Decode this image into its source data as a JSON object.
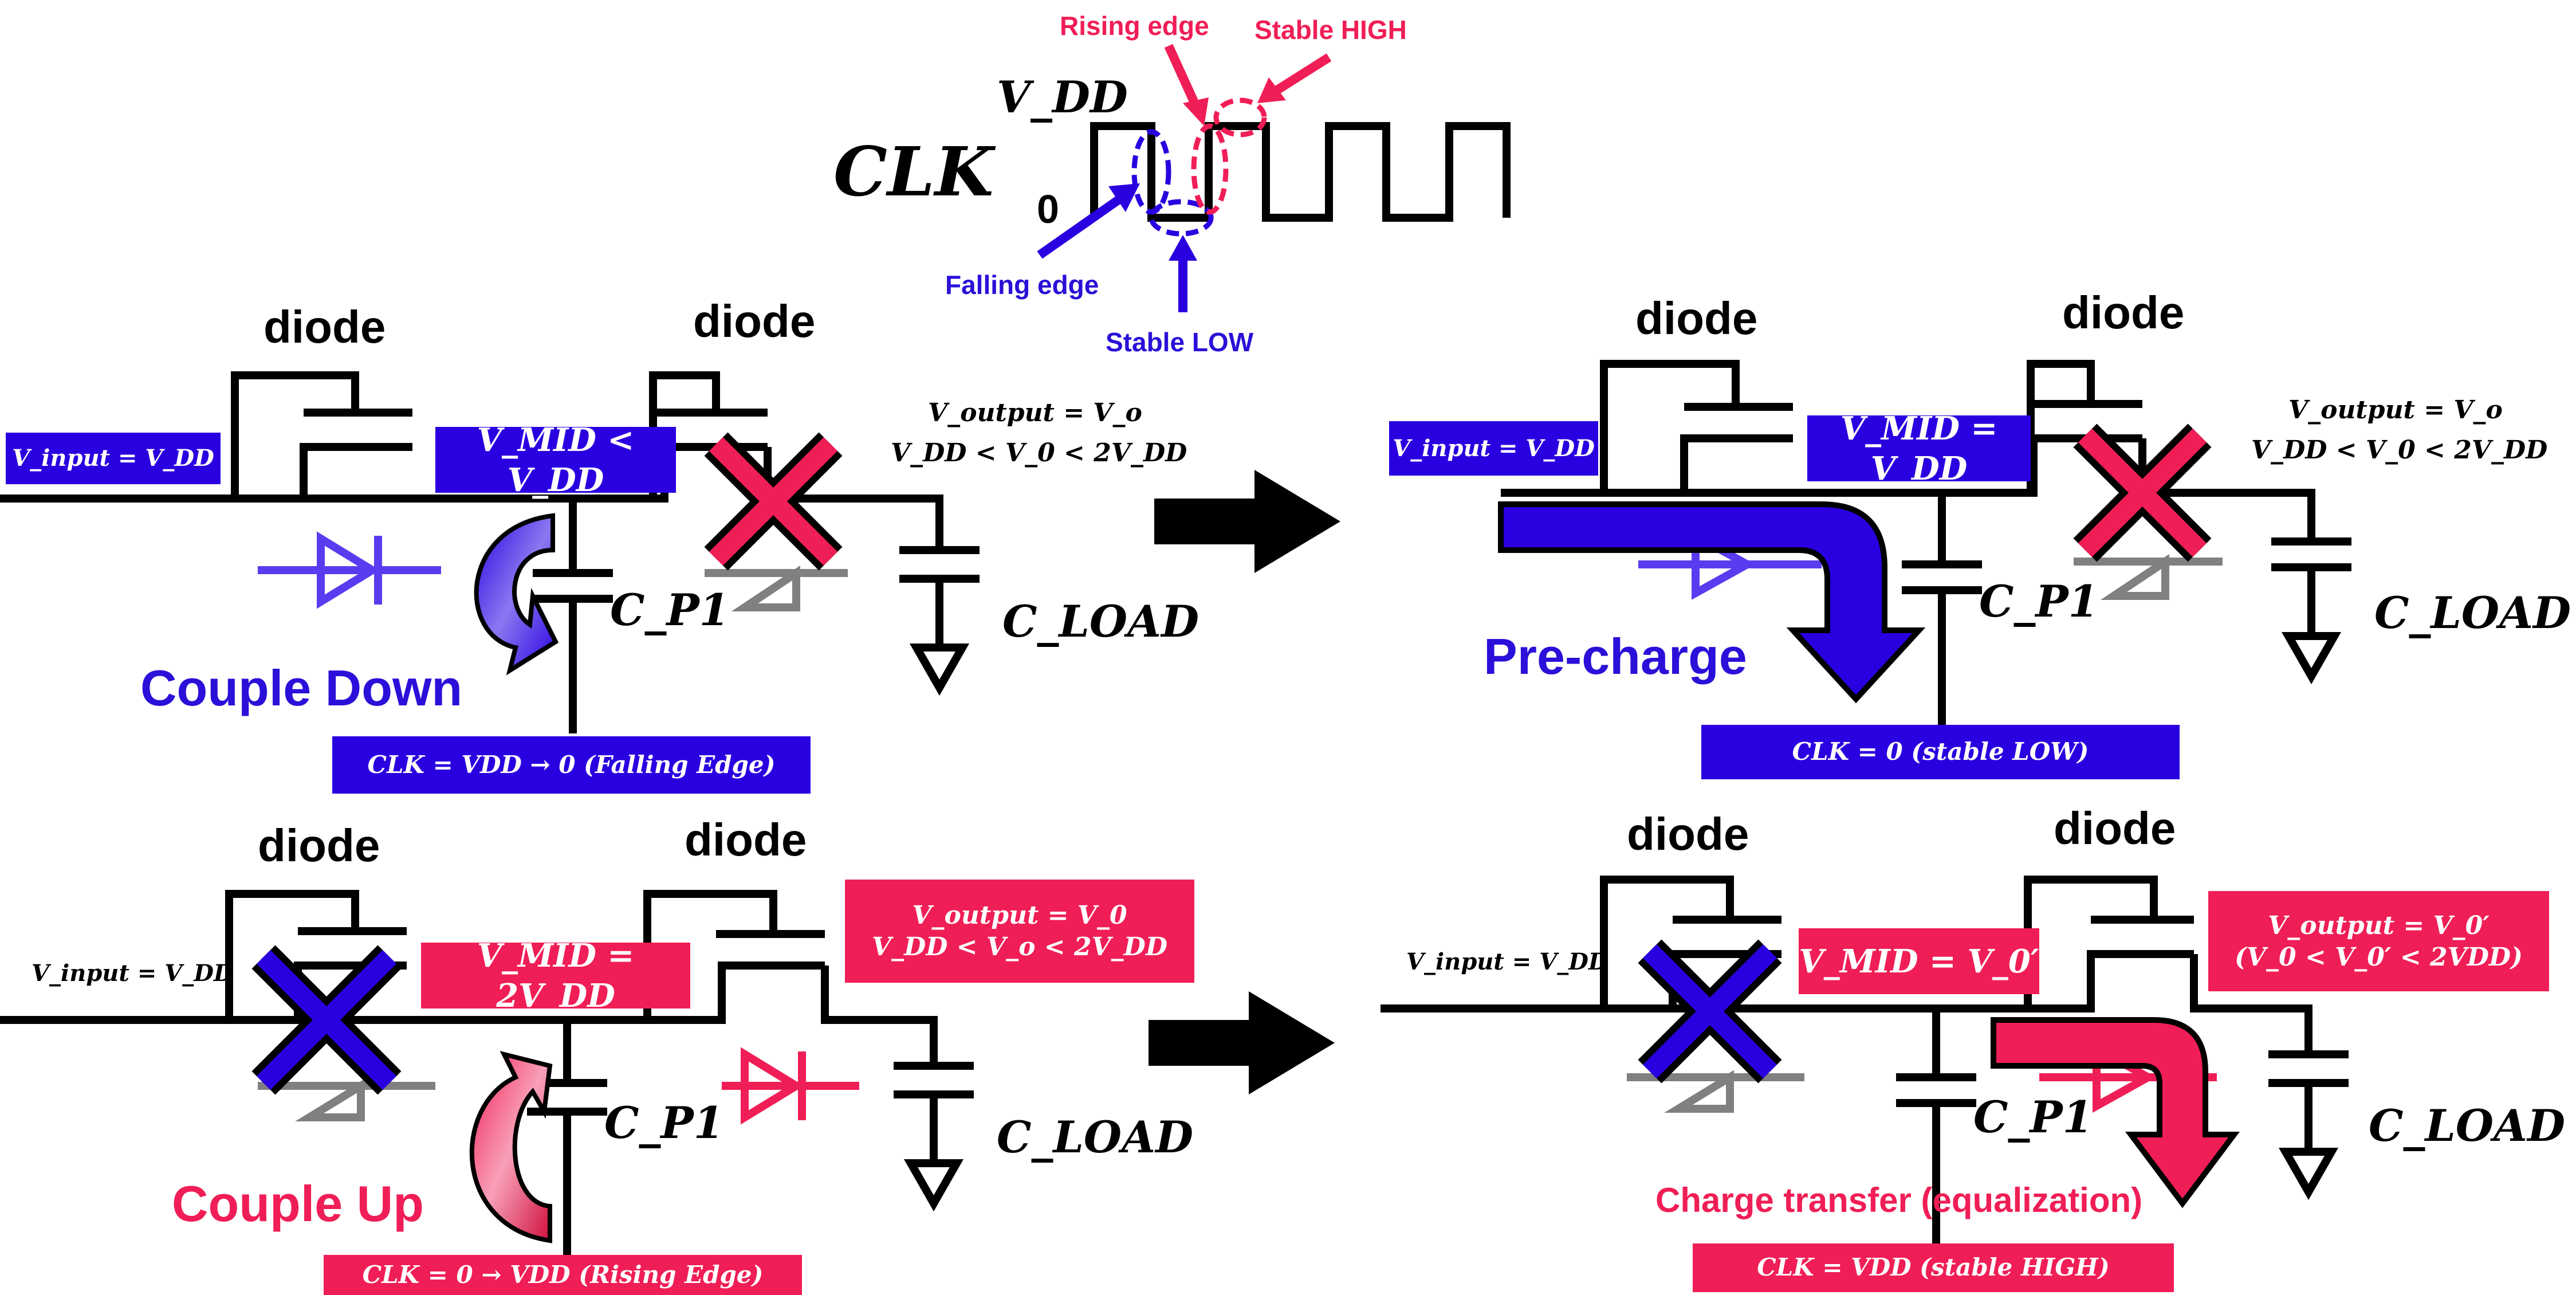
{
  "clock": {
    "label": "CLK",
    "vdd_label": "V_DD",
    "zero_label": "0",
    "rising_edge": "Rising edge",
    "stable_high": "Stable HIGH",
    "falling_edge": "Falling edge",
    "stable_low": "Stable LOW"
  },
  "panels": {
    "couple_down": {
      "diode1": "diode",
      "diode2": "diode",
      "vinput": "V_input = V_DD",
      "vmid": "V_MID < V_DD",
      "voutput_line1": "V_output = V_o",
      "voutput_line2": "V_DD < V_0 < 2V_DD",
      "cp": "C_P1",
      "cload": "C_LOAD",
      "action": "Couple Down",
      "clk_state": "CLK = VDD → 0 (Falling Edge)"
    },
    "pre_charge": {
      "diode1": "diode",
      "diode2": "diode",
      "vinput": "V_input = V_DD",
      "vmid": "V_MID = V_DD",
      "voutput_line1": "V_output = V_o",
      "voutput_line2": "V_DD < V_0 < 2V_DD",
      "cp": "C_P1",
      "cload": "C_LOAD",
      "action": "Pre-charge",
      "clk_state": "CLK = 0 (stable LOW)"
    },
    "couple_up": {
      "diode1": "diode",
      "diode2": "diode",
      "vinput": "V_input = V_DD",
      "vmid": "V_MID = 2V_DD",
      "voutput_line1": "V_output = V_0",
      "voutput_line2": "V_DD < V_o < 2V_DD",
      "cp": "C_P1",
      "cload": "C_LOAD",
      "action": "Couple Up",
      "clk_state": "CLK = 0 → VDD (Rising Edge)"
    },
    "charge_transfer": {
      "diode1": "diode",
      "diode2": "diode",
      "vinput": "V_input = V_DD",
      "vmid": "V_MID = V_0′",
      "voutput_line1": "V_output = V_0′",
      "voutput_line2": "(V_0 < V_0′ < 2VDD)",
      "cp": "C_P1",
      "cload": "C_LOAD",
      "action": "Charge transfer (equalization)",
      "clk_state": "CLK = VDD (stable HIGH)"
    }
  },
  "colors": {
    "blue": "#2a00e0",
    "red": "#f01e56",
    "grey": "#808080",
    "black": "#000000"
  }
}
